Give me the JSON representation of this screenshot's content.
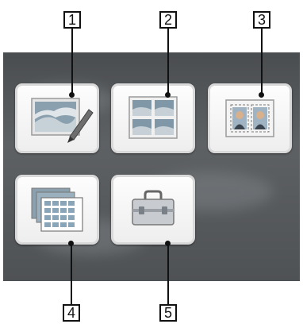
{
  "callouts": {
    "c1": "1",
    "c2": "2",
    "c3": "3",
    "c4": "4",
    "c5": "5"
  },
  "menu": {
    "items": [
      {
        "id": "edit-photo",
        "icon": "photo-edit-icon"
      },
      {
        "id": "layout-grid",
        "icon": "four-photo-layout-icon"
      },
      {
        "id": "id-photo",
        "icon": "id-photo-icon"
      },
      {
        "id": "calendar-index",
        "icon": "calendar-stack-icon"
      },
      {
        "id": "tools",
        "icon": "toolbox-icon"
      }
    ]
  },
  "colors": {
    "background": "#55585b",
    "tile_face": "#f6f6f6",
    "tile_border": "#d9d9d9",
    "callout_line": "#111111"
  }
}
